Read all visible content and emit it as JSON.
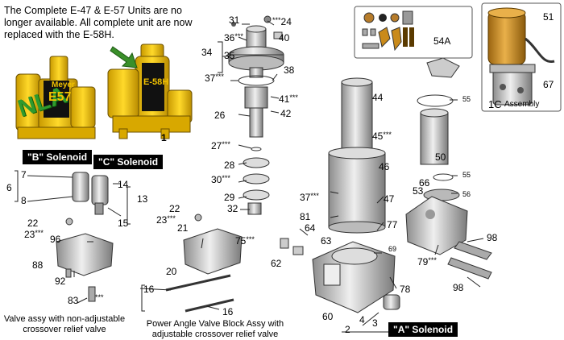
{
  "intro_text": "The Complete E-47 & E-57 Units are no longer available. All complete unit are now replaced with the E-58H.",
  "nla_label": "NLA",
  "unit_badges": {
    "meyer": "Meyer",
    "e57": "E57",
    "e58h": "E-58H"
  },
  "titles": {
    "b_solenoid": "\"B\" Solenoid",
    "c_solenoid": "\"C\" Solenoid",
    "a_solenoid": "\"A\" Solenoid"
  },
  "captions": {
    "valve_assy": "Valve assy with non-adjustable crossover relief valve",
    "power_angle": "Power Angle Valve Block Assy with adjustable crossover relief valve",
    "assembly_1c_num": "1C",
    "assembly_1c_word": "Assembly"
  },
  "stars": "***",
  "parts": {
    "p1": "1",
    "p2": "2",
    "p3": "3",
    "p4": "4",
    "p6": "6",
    "p7": "7",
    "p8": "8",
    "p13": "13",
    "p14": "14",
    "p15": "15",
    "p16": "16",
    "p20": "20",
    "p21": "21",
    "p22": "22",
    "p23": "23",
    "p24": "24",
    "p26": "26",
    "p27": "27",
    "p28": "28",
    "p29": "29",
    "p30": "30",
    "p31": "31",
    "p32": "32",
    "p34": "34",
    "p35": "35",
    "p36": "36",
    "p37": "37",
    "p38": "38",
    "p40": "40",
    "p41": "41",
    "p42": "42",
    "p44": "44",
    "p45": "45",
    "p46": "46",
    "p47": "47",
    "p50": "50",
    "p51": "51",
    "p53": "53",
    "p54a": "54A",
    "p55": "55",
    "p56": "56",
    "p60": "60",
    "p62": "62",
    "p63": "63",
    "p64": "64",
    "p66": "66",
    "p67": "67",
    "p69": "69",
    "p75": "75",
    "p77": "77",
    "p78": "78",
    "p79": "79",
    "p81": "81",
    "p83": "83",
    "p88": "88",
    "p92": "92",
    "p96": "96",
    "p98": "98"
  },
  "colors": {
    "unit_yellow": "#f2c300",
    "motor_gold": "#c98a1a",
    "nla_green": "#2e9a2e",
    "arrow_green": "#3a8f2a",
    "part_gray": "#c8c8c8",
    "line": "#222222"
  }
}
